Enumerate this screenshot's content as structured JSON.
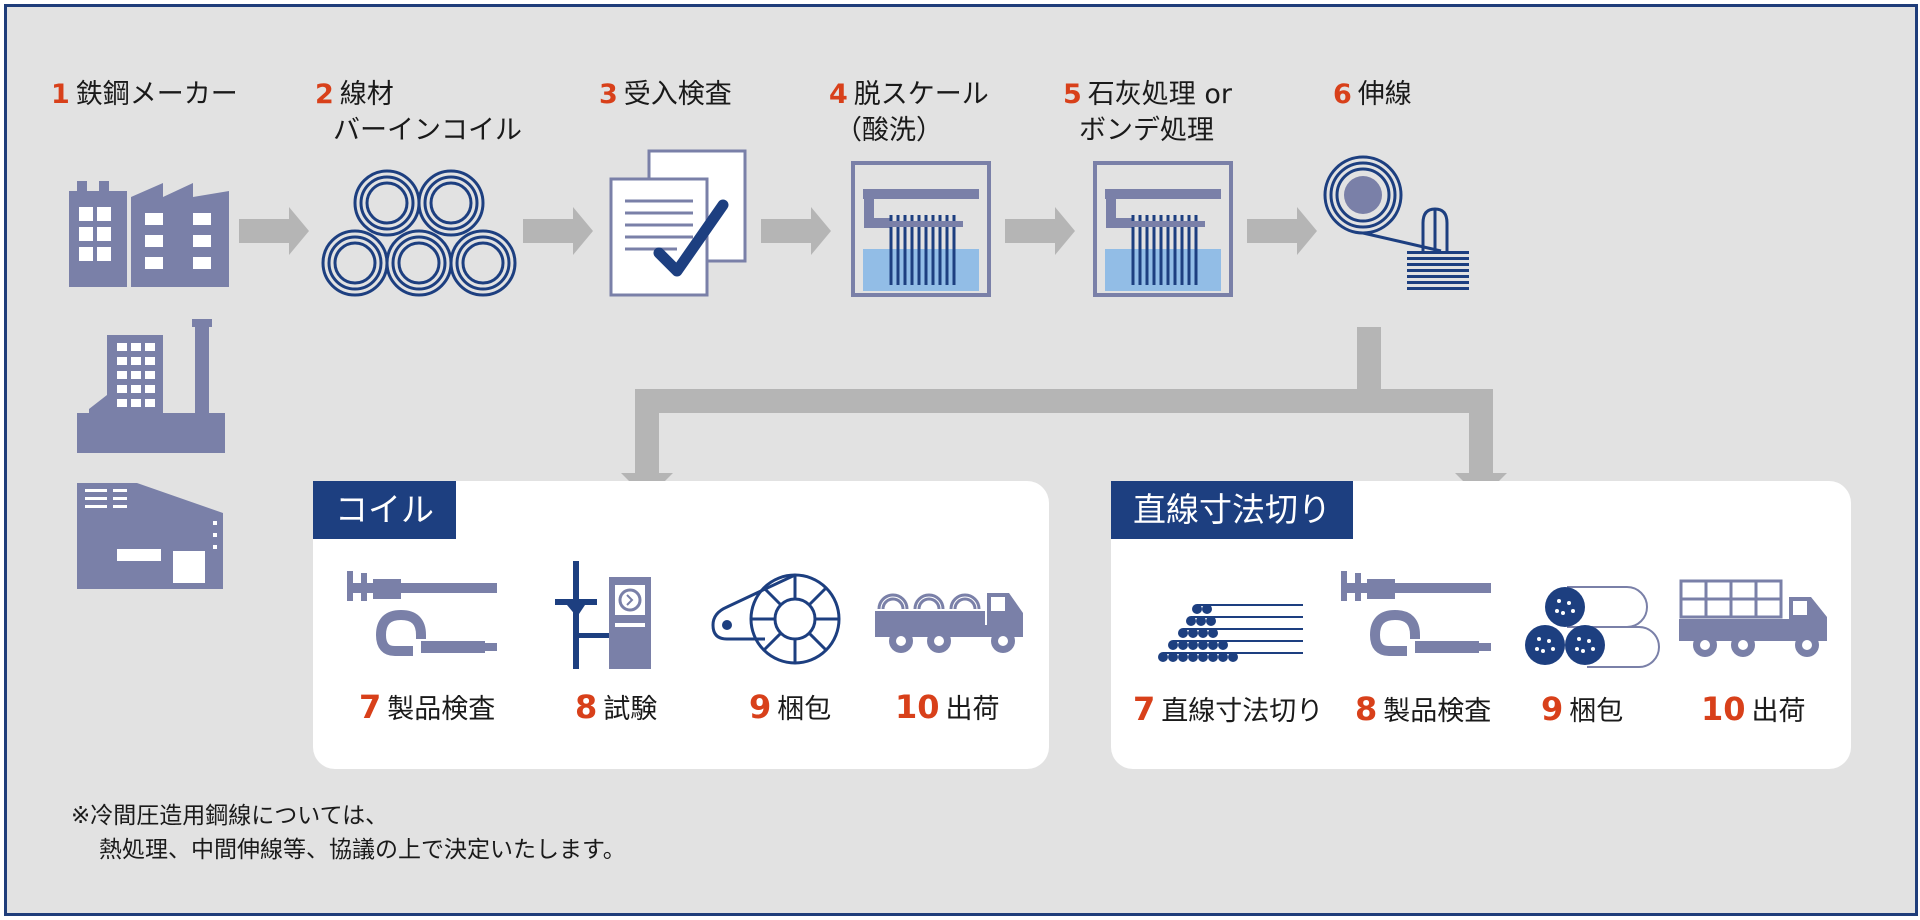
{
  "steps": [
    {
      "num": "1",
      "line1": "鉄鋼メーカー"
    },
    {
      "num": "2",
      "line1": "線材",
      "line2": "バーインコイル"
    },
    {
      "num": "3",
      "line1": "受入検査"
    },
    {
      "num": "4",
      "line1": "脱スケール",
      "line2": "（酸洗）"
    },
    {
      "num": "5",
      "line1": "石灰処理 or",
      "line2": "ボンデ処理"
    },
    {
      "num": "6",
      "line1": "伸線"
    }
  ],
  "coil_panel": {
    "title": "コイル",
    "items": [
      {
        "num": "7",
        "label": "製品検査",
        "icon": "caliper-micrometer-icon"
      },
      {
        "num": "8",
        "label": "試験",
        "icon": "testing-machine-icon"
      },
      {
        "num": "9",
        "label": "梱包",
        "icon": "packing-coil-icon"
      },
      {
        "num": "10",
        "label": "出荷",
        "icon": "truck-icon"
      }
    ]
  },
  "cut_panel": {
    "title": "直線寸法切り",
    "items": [
      {
        "num": "7",
        "label": "直線寸法切り",
        "icon": "bar-stack-icon"
      },
      {
        "num": "8",
        "label": "製品検査",
        "icon": "caliper-micrometer-icon"
      },
      {
        "num": "9",
        "label": "梱包",
        "icon": "bundle-icon"
      },
      {
        "num": "10",
        "label": "出荷",
        "icon": "truck-icon"
      }
    ]
  },
  "note": {
    "line1": "※冷間圧造用鋼線については、",
    "line2": "熱処理、中間伸線等、協議の上で決定いたします。"
  },
  "colors": {
    "navy": "#1d3f80",
    "icon": "#7a80a8",
    "accent": "#d8401a",
    "arrow": "#b5b5b5",
    "panel": "#ffffff"
  }
}
